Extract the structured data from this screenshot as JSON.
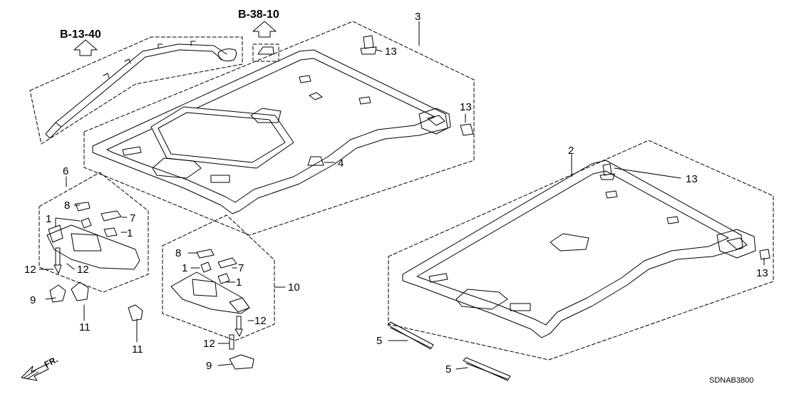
{
  "references": {
    "harness": "B-13-40",
    "light": "B-38-10"
  },
  "callouts": {
    "roof_lining_sunroof": "3",
    "roof_lining": "2",
    "clip_13a": "13",
    "clip_13b": "13",
    "clip_13c": "13",
    "clip_13d": "13",
    "grommet_4": "4",
    "left_visor": "6",
    "right_visor": "10",
    "hook_8a": "8",
    "hook_8b": "8",
    "bulb_1a": "1",
    "bulb_1b": "1",
    "bulb_1c": "1",
    "bulb_1d": "1",
    "lens_7a": "7",
    "lens_7b": "7",
    "screw_12a": "12",
    "screw_12b": "12",
    "screw_12c": "12",
    "screw_12d": "12",
    "cover_9a": "9",
    "cover_9b": "9",
    "holder_11a": "11",
    "holder_11b": "11",
    "strip_5a": "5",
    "strip_5b": "5"
  },
  "front_indicator": "FR.",
  "diagram_code": "SDNAB3800",
  "colors": {
    "line": "#000000",
    "fill": "#ffffff",
    "shade": "#d9d9d9"
  }
}
